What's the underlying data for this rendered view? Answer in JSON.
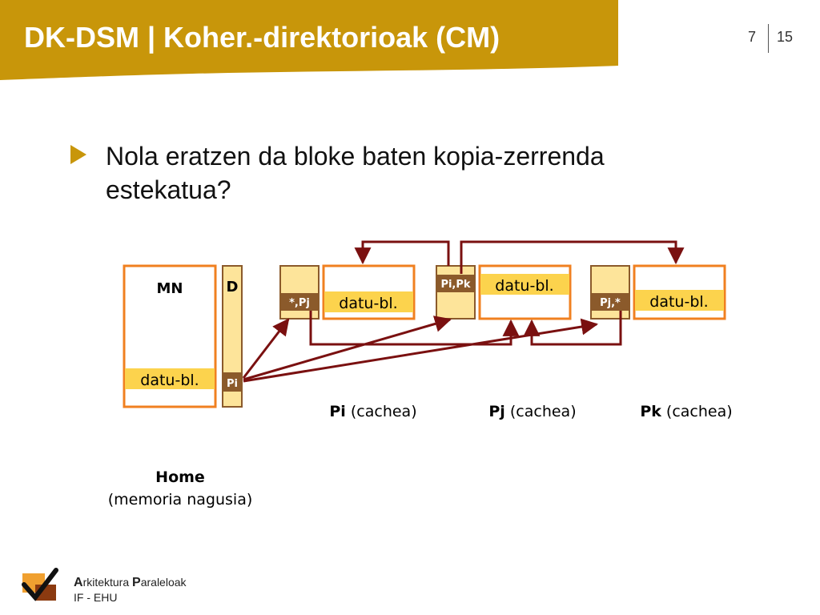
{
  "header": {
    "title": "DK-DSM | Koher.-direktorioak (CM)",
    "current": "7",
    "total": "15",
    "band_color": "#c8960a"
  },
  "bullet": {
    "text": "Nola eratzen da bloke baten kopia-zerrenda estekatua?"
  },
  "diagram": {
    "memory": {
      "mn_label": "MN",
      "d_label": "D",
      "block_label": "datu-bl.",
      "pointer": "Pi",
      "caption_title": "Home",
      "caption_sub": "(memoria nagusia)"
    },
    "caches": [
      {
        "tag": "*,Pj",
        "block": "datu-bl.",
        "proc": "Pi",
        "suffix": " (cachea)"
      },
      {
        "tag": "Pi,Pk",
        "block": "datu-bl.",
        "proc": "Pj",
        "suffix": " (cachea)"
      },
      {
        "tag": "Pj,*",
        "block": "datu-bl.",
        "proc": "Pk",
        "suffix": " (cachea)"
      }
    ],
    "colors": {
      "box_border": "#f08020",
      "fill": "#fde49a",
      "highlight": "#fcd34d",
      "tag_bg": "#8b5a2b",
      "arrow": "#7a1010"
    }
  },
  "footer": {
    "line1_a": "A",
    "line1_b": "rkitektura ",
    "line1_c": "P",
    "line1_d": "araleloak",
    "line2": "IF - EHU"
  }
}
